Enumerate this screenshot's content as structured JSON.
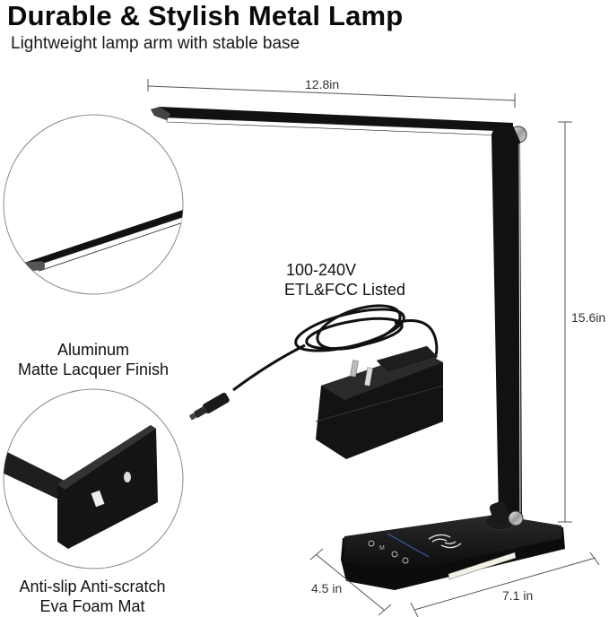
{
  "header": {
    "title": "Durable & Stylish Metal Lamp",
    "subtitle": "Lightweight lamp arm with stable base"
  },
  "dimensions": {
    "arm_length": "12.8in",
    "height": "15.6in",
    "base_depth": "4.5 in",
    "base_width": "7.1 in"
  },
  "adapter": {
    "voltage": "100-240V",
    "certification": "ETL&FCC Listed"
  },
  "feature_callouts": [
    {
      "title": "Aluminum",
      "detail": "Matte Lacquer Finish"
    },
    {
      "title": "Anti-slip Anti-scratch",
      "detail": "Eva Foam Mat"
    }
  ],
  "colors": {
    "lamp_body": "#111111",
    "led_strip": "#ffffff",
    "dimension_line": "#555555",
    "circle_border": "#8a8a8a",
    "touch_bar_accent": "#3a5ba8"
  },
  "base_controls": [
    "power-icon",
    "mode-icon",
    "brightness-icon",
    "timer-icon"
  ]
}
